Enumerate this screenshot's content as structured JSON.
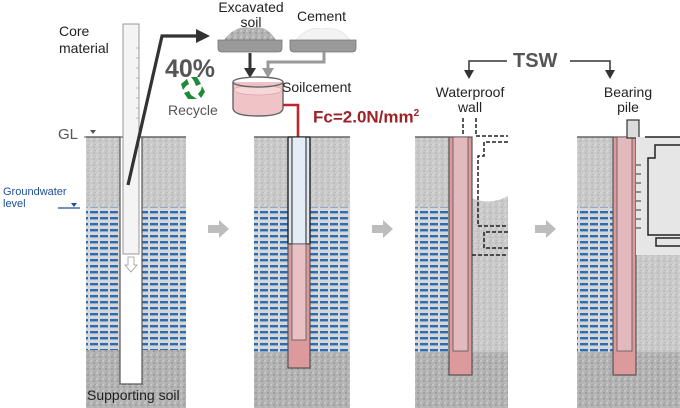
{
  "title": "TSW soil-cement process diagram",
  "labels": {
    "core_material": "Core\nmaterial",
    "core_material_line1": "Core",
    "core_material_line2": "material",
    "recycle_percent": "40%",
    "recycle": "Recycle",
    "excavated_soil_line1": "Excavated",
    "excavated_soil_line2": "soil",
    "cement": "Cement",
    "soilcement": "Soilcement",
    "strength": "Fc=2.0N/mm",
    "strength_sup": "2",
    "gl": "GL",
    "groundwater_line1": "Groundwater",
    "groundwater_line2": "level",
    "supporting_soil": "Supporting soil",
    "tsw": "TSW",
    "waterproof_line1": "Waterproof",
    "waterproof_line2": "wall",
    "bearing_line1": "Bearing",
    "bearing_line2": "pile"
  },
  "icons": {
    "recycle": "recycle-icon",
    "step_arrow": "right-arrow-icon"
  },
  "colors": {
    "soil": "#c9c9c9",
    "groundwater": "#2a6db5",
    "soilcement": "#e3a6a8",
    "soilcement_light": "#f2c9cb",
    "red": "#c0272d",
    "strength_text": "#9b2226",
    "recycle_green": "#1f8a3a",
    "text_gray": "#555555",
    "groundwater_text": "#1f4e9a"
  },
  "steps": [
    {
      "name": "excavation"
    },
    {
      "name": "soilcement-fill"
    },
    {
      "name": "waterproof-wall"
    },
    {
      "name": "bearing-pile"
    }
  ]
}
